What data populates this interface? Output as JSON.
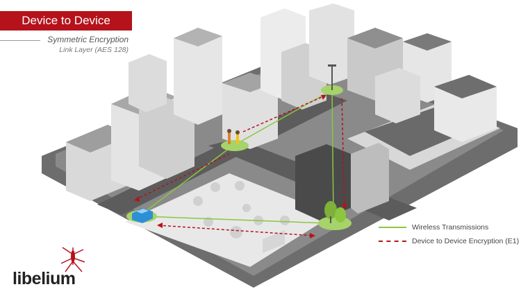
{
  "header": {
    "title": "Device to Device",
    "subtitle": "Symmetric Encryption",
    "subtitle_detail": "Link Layer (AES 128)"
  },
  "legend": {
    "items": [
      {
        "label": "Wireless Transmissions",
        "style": "solid",
        "color": "#8cc63f"
      },
      {
        "label": "Device to Device Encryption (E1)",
        "style": "dashed",
        "color": "#b5121b"
      }
    ]
  },
  "brand": {
    "name": "libelium",
    "mark_icon": "mosquito-icon"
  },
  "colors": {
    "accent": "#b5121b",
    "wireless": "#8cc63f",
    "node": "#a6d36a",
    "car": "#2d8fd5"
  },
  "nodes": [
    {
      "id": "car-node",
      "icon": "car-icon"
    },
    {
      "id": "people-node",
      "icon": "people-icon"
    },
    {
      "id": "streetlight-node",
      "icon": "streetlight-icon"
    },
    {
      "id": "tree-node",
      "icon": "tree-icon"
    }
  ]
}
